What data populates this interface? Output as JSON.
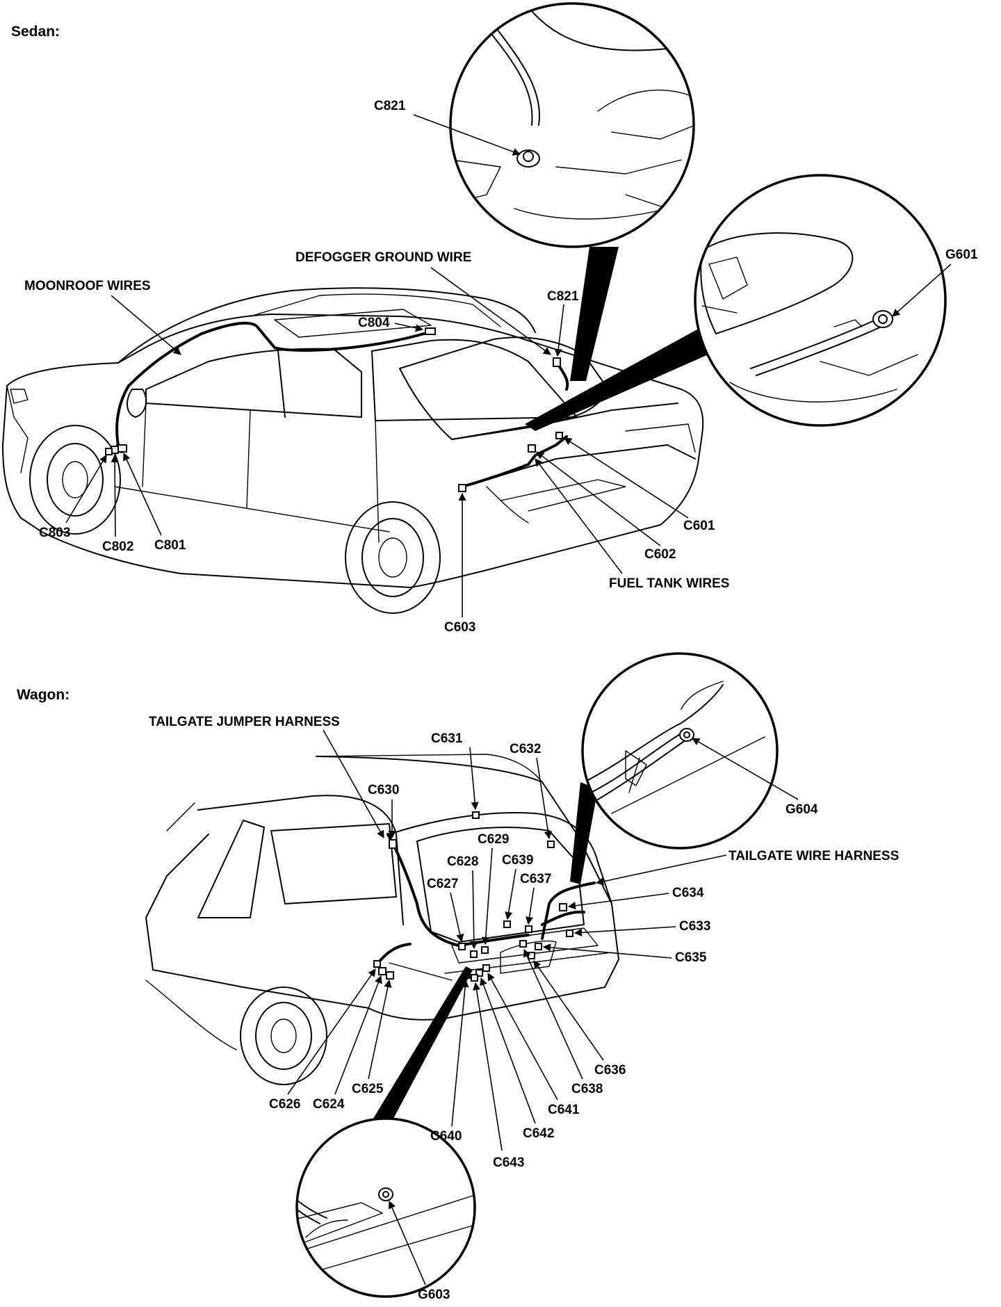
{
  "sedan": {
    "title": "Sedan:",
    "labels": {
      "moonroof_wires": "MOONROOF WIRES",
      "defogger_ground_wire": "DEFOGGER GROUND WIRE",
      "c804": "C804",
      "c821_inset": "C821",
      "c821": "C821",
      "g601": "G601",
      "c803": "C803",
      "c802": "C802",
      "c801": "C801",
      "c601": "C601",
      "c602": "C602",
      "fuel_tank_wires": "FUEL TANK WIRES",
      "c603": "C603"
    }
  },
  "wagon": {
    "title": "Wagon:",
    "labels": {
      "tailgate_jumper_harness": "TAILGATE JUMPER HARNESS",
      "c631": "C631",
      "c632": "C632",
      "c630": "C630",
      "c629": "C629",
      "c628": "C628",
      "c639": "C639",
      "c627": "C627",
      "c637": "C637",
      "g604": "G604",
      "tailgate_wire_harness": "TAILGATE WIRE HARNESS",
      "c634": "C634",
      "c633": "C633",
      "c635": "C635",
      "c636": "C636",
      "c638": "C638",
      "c641": "C641",
      "c642": "C642",
      "c643": "C643",
      "c640": "C640",
      "c625": "C625",
      "c626": "C626",
      "c624": "C624",
      "g603": "G603"
    }
  }
}
